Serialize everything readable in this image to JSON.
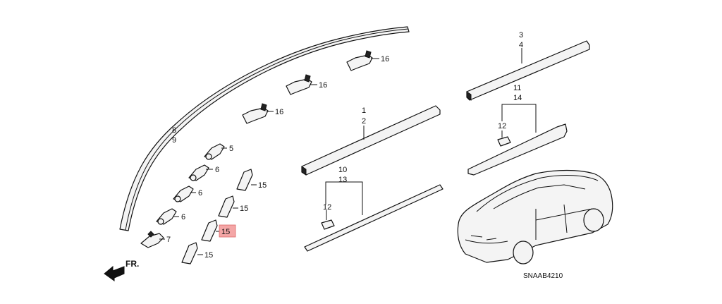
{
  "diagram": {
    "labels": [
      {
        "id": "l16a",
        "text": "16"
      },
      {
        "id": "l16b",
        "text": "16"
      },
      {
        "id": "l16c",
        "text": "16"
      },
      {
        "id": "l8",
        "text": "8"
      },
      {
        "id": "l9",
        "text": "9"
      },
      {
        "id": "l5",
        "text": "5"
      },
      {
        "id": "l6a",
        "text": "6"
      },
      {
        "id": "l6b",
        "text": "6"
      },
      {
        "id": "l6c",
        "text": "6"
      },
      {
        "id": "l7",
        "text": "7"
      },
      {
        "id": "l15a",
        "text": "15"
      },
      {
        "id": "l15b",
        "text": "15"
      },
      {
        "id": "l15c",
        "text": "15"
      },
      {
        "id": "l15d",
        "text": "15"
      },
      {
        "id": "l1",
        "text": "1"
      },
      {
        "id": "l2",
        "text": "2"
      },
      {
        "id": "l10",
        "text": "10"
      },
      {
        "id": "l13",
        "text": "13"
      },
      {
        "id": "l12a",
        "text": "12"
      },
      {
        "id": "l3",
        "text": "3"
      },
      {
        "id": "l4",
        "text": "4"
      },
      {
        "id": "l11",
        "text": "11"
      },
      {
        "id": "l14",
        "text": "14"
      },
      {
        "id": "l12b",
        "text": "12"
      }
    ],
    "front_arrow": "FR.",
    "diagram_code": "SNAAB4210",
    "highlight_color": "#f4a6a6"
  }
}
